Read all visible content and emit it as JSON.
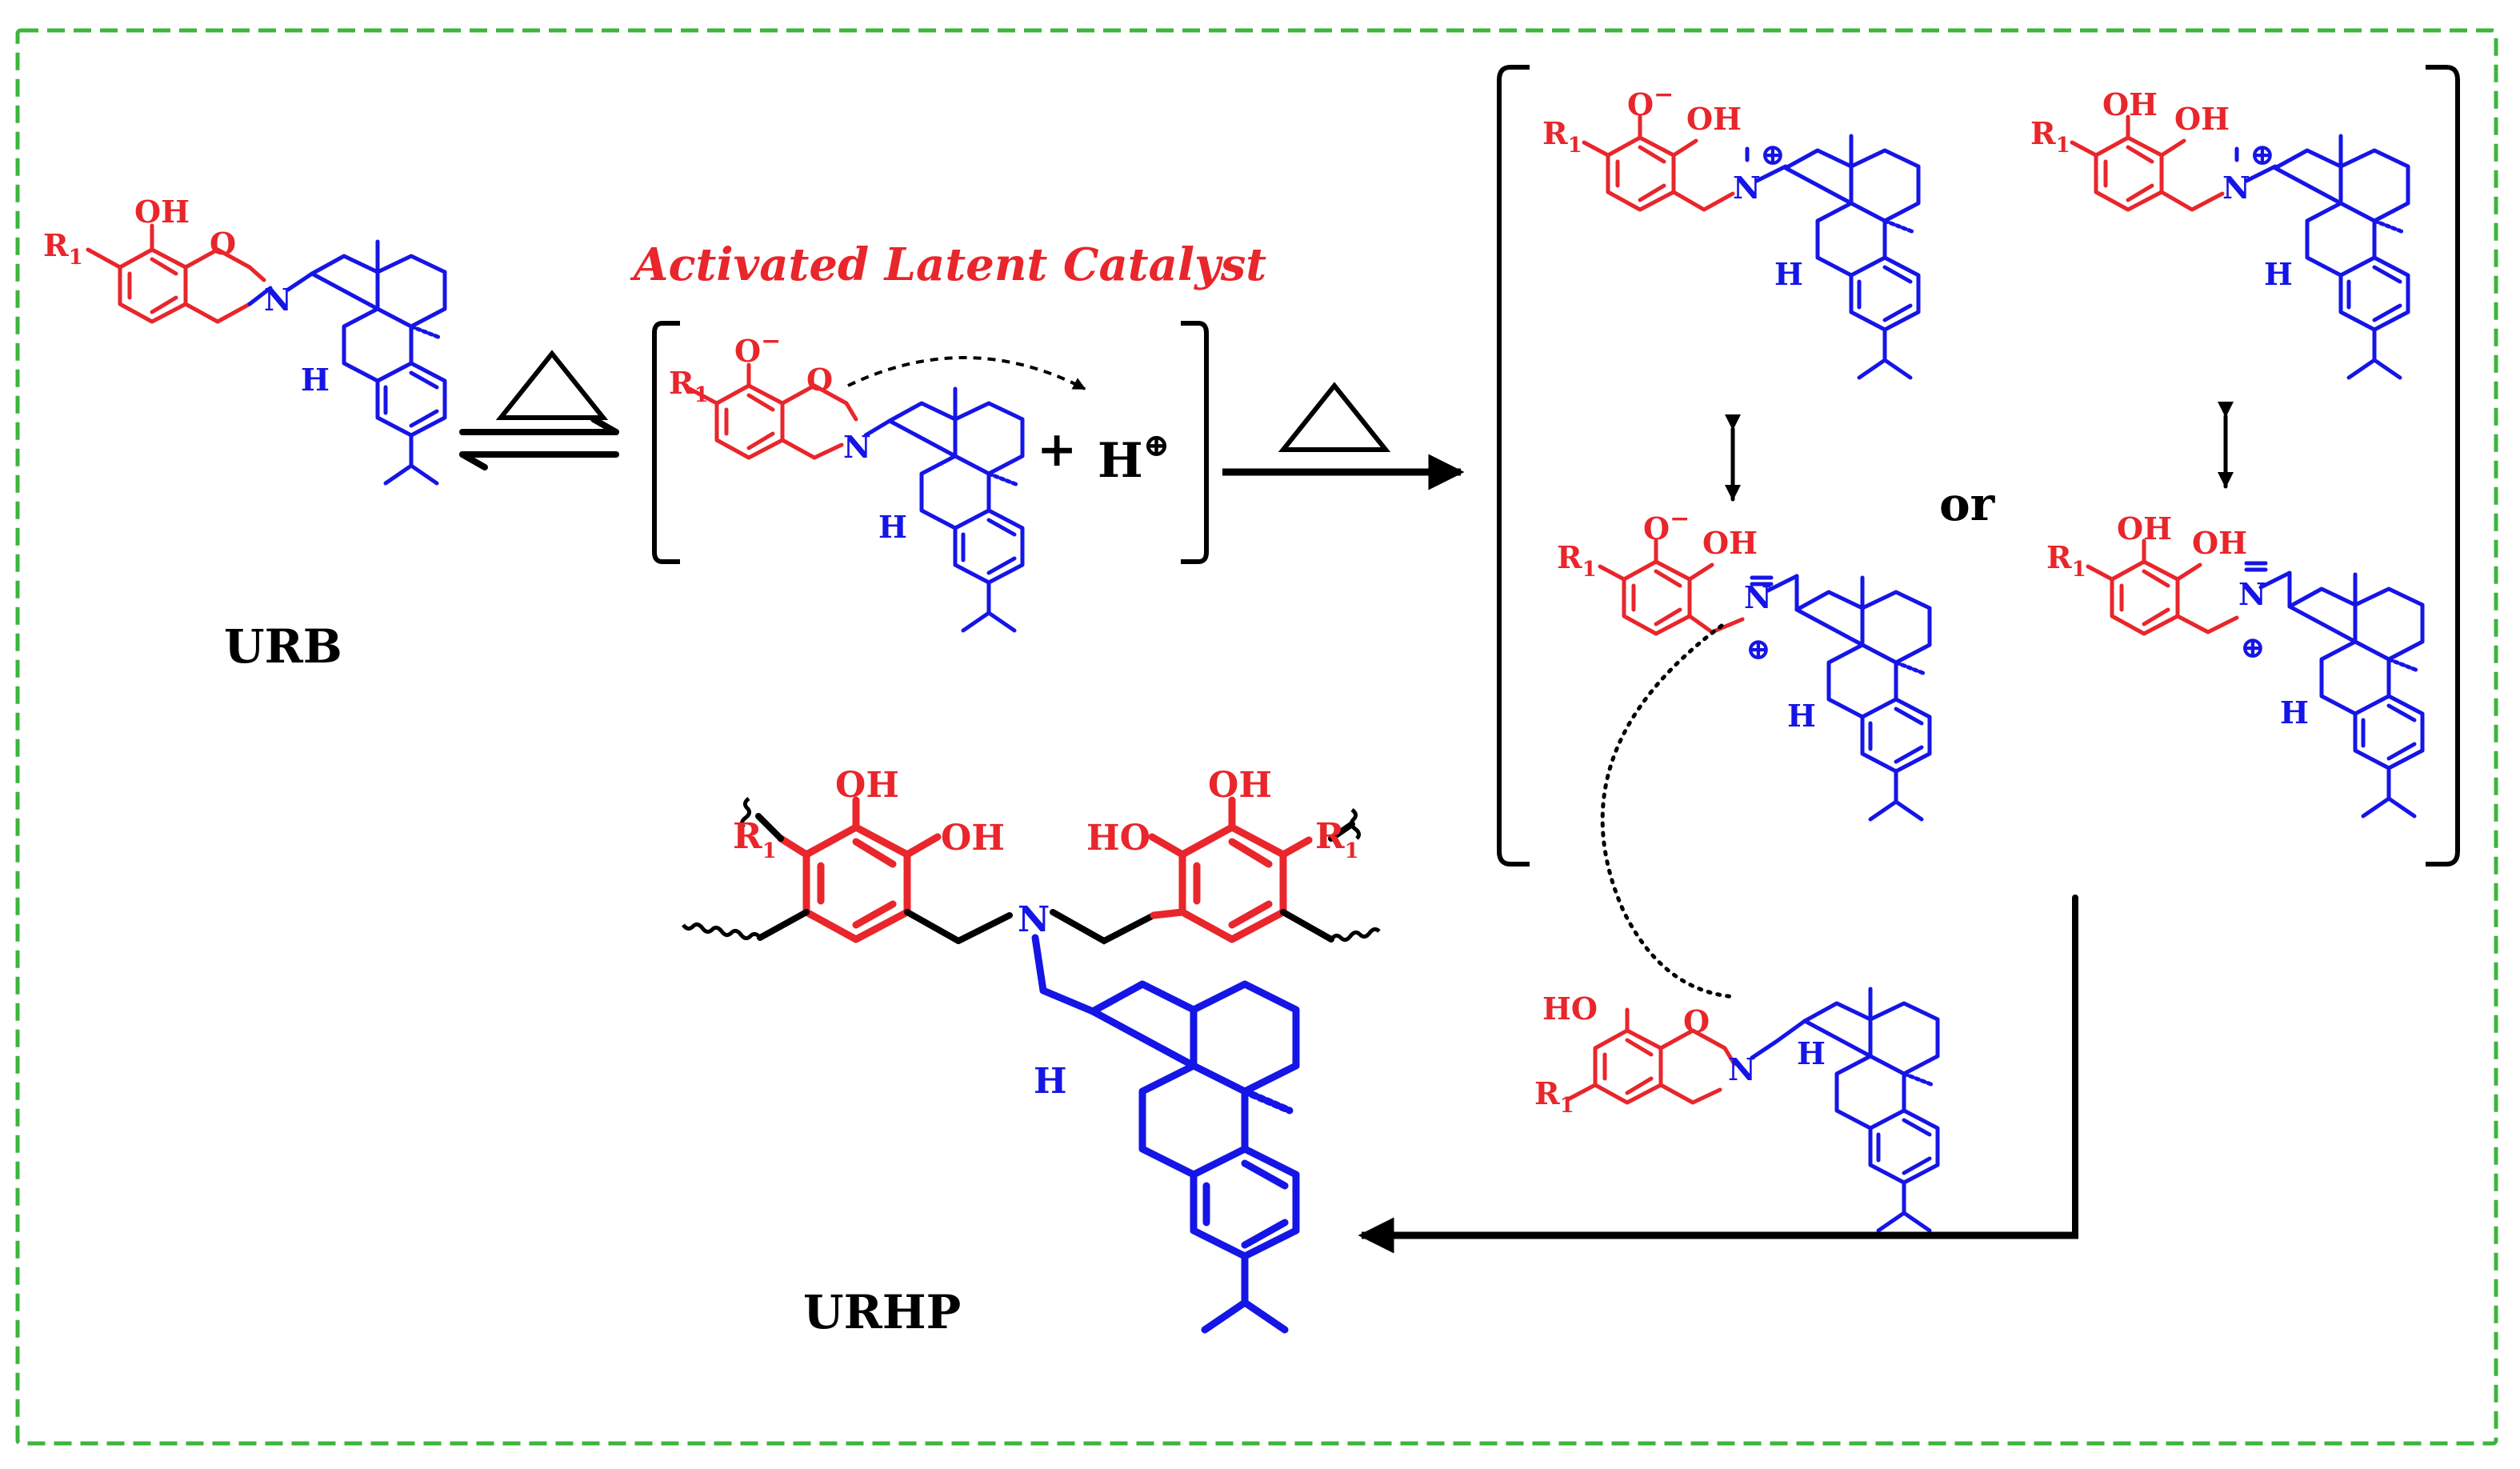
{
  "title": "Activated Latent Catalyst",
  "labels": {
    "urb": "URB",
    "urhp": "URHP",
    "or": "or",
    "plus": "+",
    "h": "H",
    "oh": "OH",
    "ho": "HO",
    "r": "R",
    "r_sub": "1",
    "o": "O",
    "n": "N",
    "o_minus": "O",
    "h_atom": "H"
  },
  "symbols": {
    "plus_circle": "⊕",
    "minus": "−",
    "delta": "heat-triangle"
  },
  "colors": {
    "phenol": "#e8262b",
    "amine": "#1515e6",
    "frame": "#3cb53c",
    "arrow": "#000000"
  }
}
